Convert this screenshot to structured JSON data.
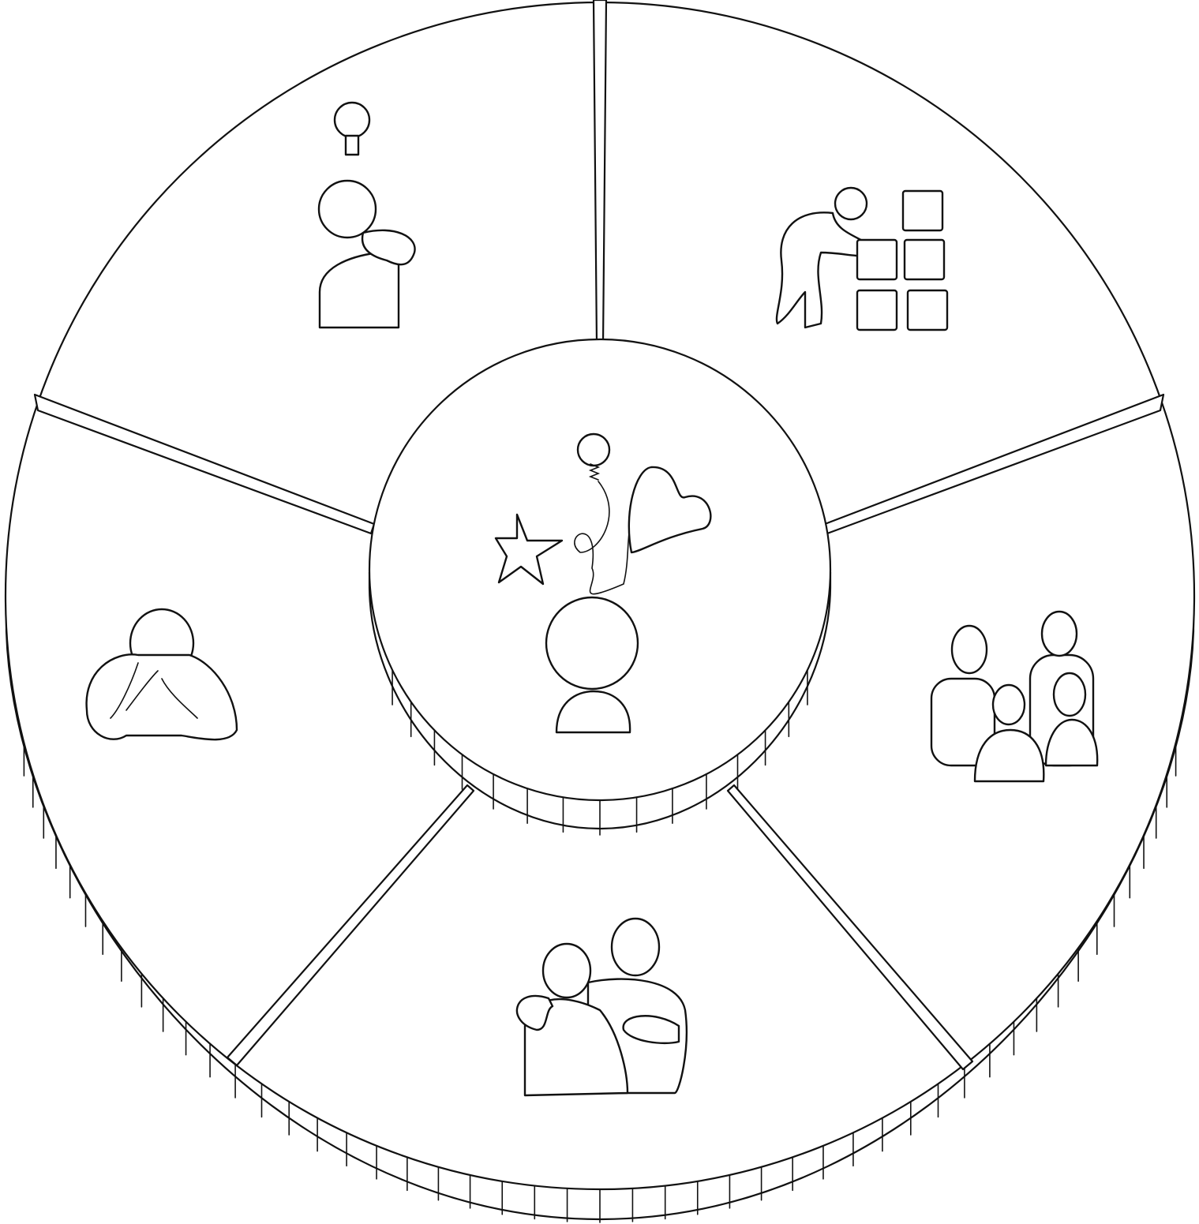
{
  "diagram": {
    "type": "segmented-wheel",
    "colors": {
      "line": "#111111",
      "fill": "#ffffff"
    },
    "center": {
      "icon": "person-with-idea-star-heart-icon"
    },
    "segments": [
      {
        "position": "top-left",
        "icon": "thinking-person-lightbulb-icon"
      },
      {
        "position": "top-right",
        "icon": "person-arranging-blocks-icon"
      },
      {
        "position": "right",
        "icon": "family-group-icon"
      },
      {
        "position": "bottom",
        "icon": "two-people-hugging-icon"
      },
      {
        "position": "left",
        "icon": "person-covering-face-icon"
      }
    ]
  }
}
